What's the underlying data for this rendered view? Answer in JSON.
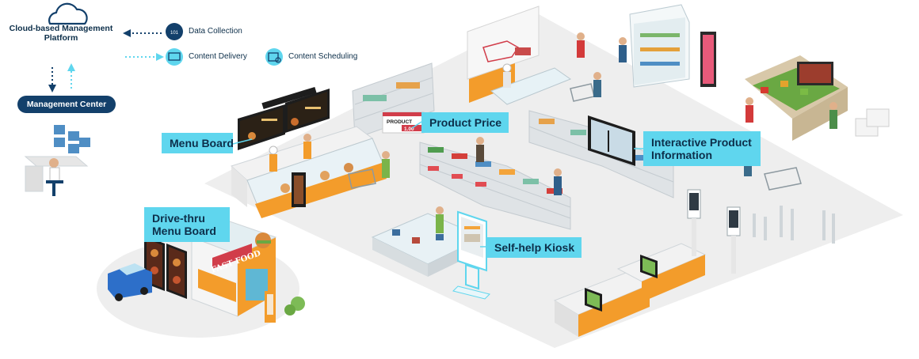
{
  "platform": {
    "cloud_label": "Cloud-based Management Platform",
    "center_label": "Management Center"
  },
  "legend": {
    "data_collection": "Data Collection",
    "content_delivery": "Content Delivery",
    "content_scheduling": "Content Scheduling"
  },
  "callouts": {
    "menu_board": "Menu Board",
    "product_price": "Product Price",
    "interactive_info": "Interactive Product Information",
    "drive_thru": "Drive-thru Menu Board",
    "kiosk": "Self-help Kiosk"
  },
  "price_tag": {
    "product": "PRODUCT",
    "price": "1.00"
  },
  "signage": {
    "fast_food": "FAST FOOD"
  },
  "colors": {
    "accent": "#5fd6ee",
    "navy": "#13406b",
    "floor": "#eeeeee",
    "shelf": "#dfe3e6"
  }
}
